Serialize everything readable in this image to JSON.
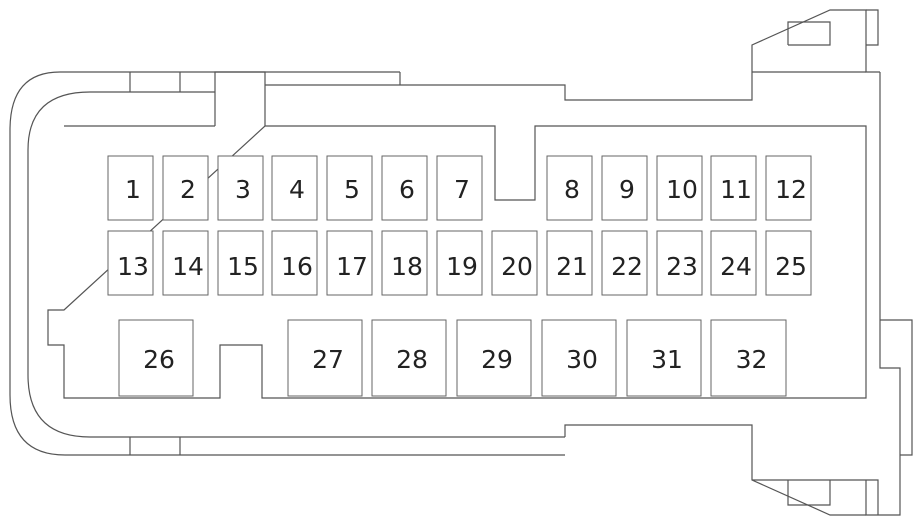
{
  "connector": {
    "pins_row1": [
      "1",
      "2",
      "3",
      "4",
      "5",
      "6",
      "7",
      "8",
      "9",
      "10",
      "11",
      "12"
    ],
    "pins_row2": [
      "13",
      "14",
      "15",
      "16",
      "17",
      "18",
      "19",
      "20",
      "21",
      "22",
      "23",
      "24",
      "25"
    ],
    "pins_row3": [
      "26",
      "27",
      "28",
      "29",
      "30",
      "31",
      "32"
    ]
  },
  "colors": {
    "outline": "#555555",
    "pin_border": "#666666",
    "text": "#222222"
  }
}
